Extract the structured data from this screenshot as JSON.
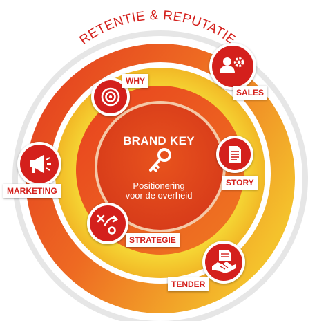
{
  "diagram": {
    "outer_title": "RETENTIE & REPUTATIE",
    "center": {
      "title": "BRAND KEY",
      "subtitle_line1": "Positionering",
      "subtitle_line2": "voor de overheid"
    },
    "nodes": [
      {
        "id": "why",
        "label": "WHY",
        "icon": "target-icon"
      },
      {
        "id": "sales",
        "label": "SALES",
        "icon": "people-gear-icon"
      },
      {
        "id": "story",
        "label": "STORY",
        "icon": "document-icon"
      },
      {
        "id": "marketing",
        "label": "MARKETING",
        "icon": "megaphone-icon"
      },
      {
        "id": "strategie",
        "label": "STRATEGIE",
        "icon": "tactics-play-icon"
      },
      {
        "id": "tender",
        "label": "TENDER",
        "icon": "handshake-document-icon"
      }
    ],
    "colors": {
      "red": "#d4201c",
      "orange": "#e8501e",
      "yellow": "#f2d530",
      "grey_ring": "#e6e6e6"
    }
  }
}
